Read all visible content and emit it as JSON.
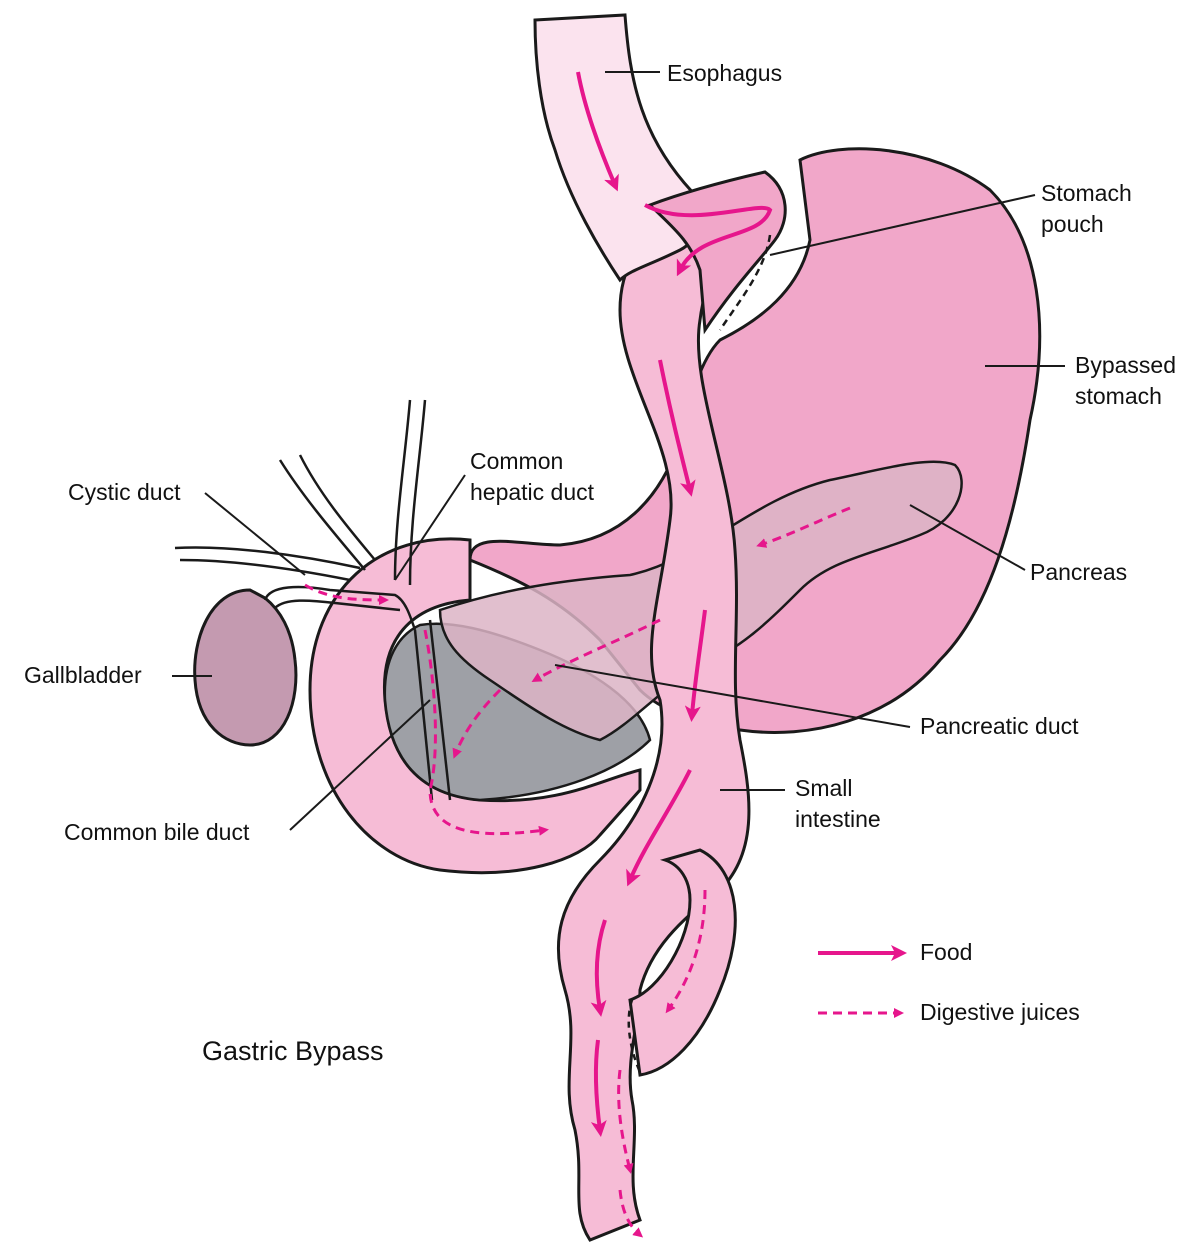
{
  "title": "Gastric Bypass",
  "colors": {
    "outline": "#1a1a1a",
    "arrow": "#e6168c",
    "stomach": "#f1a7c9",
    "intestine": "#f6bcd6",
    "esophagus": "#fbe3ee",
    "pancreas": "#dcb4c6",
    "duodenum_inner": "#9ea0a6",
    "gallbladder": "#c49ab0"
  },
  "labels": {
    "esophagus": "Esophagus",
    "stomach_pouch": "Stomach\npouch",
    "bypassed_stomach": "Bypassed\nstomach",
    "common_hepatic_duct": "Common\nhepatic duct",
    "cystic_duct": "Cystic duct",
    "pancreas": "Pancreas",
    "gallbladder": "Gallbladder",
    "pancreatic_duct": "Pancreatic duct",
    "small_intestine": "Small\nintestine",
    "common_bile_duct": "Common bile duct"
  },
  "legend": [
    {
      "label": "Food",
      "style": "solid"
    },
    {
      "label": "Digestive juices",
      "style": "dashed"
    }
  ]
}
